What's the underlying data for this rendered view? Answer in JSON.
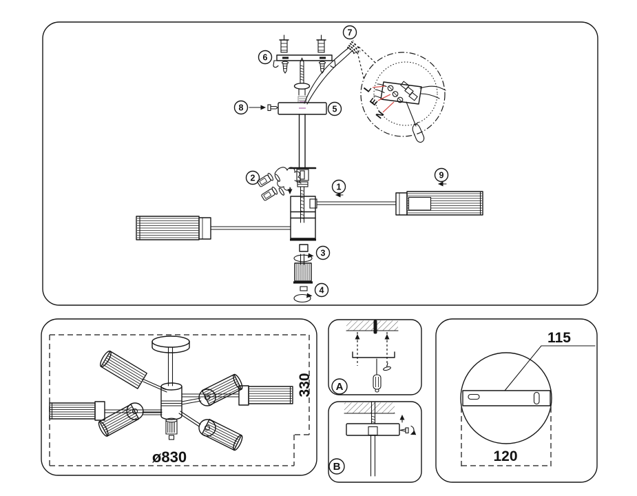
{
  "colors": {
    "line": "#161616",
    "red_leader": "#d9534f",
    "pink_mark": "#c79bc7",
    "background": "#ffffff"
  },
  "exploded_view": {
    "callout_numbers": [
      "1",
      "2",
      "3",
      "4",
      "5",
      "6",
      "7",
      "8",
      "9"
    ],
    "terminal_labels": {
      "live": "L",
      "earth": "E",
      "neutral": "N"
    }
  },
  "assembled_view": {
    "diameter_label": "ø830",
    "height_label": "330"
  },
  "steps": {
    "step_a_label": "A",
    "step_b_label": "B"
  },
  "mounting_plate": {
    "hole_spacing_label": "115",
    "width_label": "120"
  },
  "icons": [
    "wall-anchor-icon",
    "screw-icon",
    "screwdriver-icon",
    "hook-icon",
    "rotate-arrow-icon",
    "direction-arrow-icon",
    "wire-connector-icon"
  ]
}
